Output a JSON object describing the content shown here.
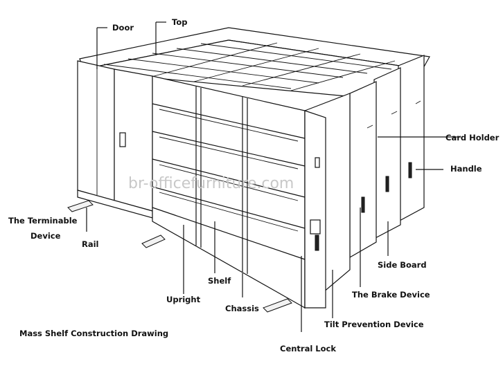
{
  "title": "Mass Shelf Construction Drawing",
  "watermark": "br-officefurniture.com",
  "labels": {
    "door": "Door",
    "top": "Top",
    "card_holder": "Card Holder",
    "handle": "Handle",
    "terminable_line1": "The Terminable",
    "terminable_line2": "Device",
    "rail": "Rail",
    "side_board": "Side Board",
    "brake_device": "The Brake Device",
    "upright": "Upright",
    "shelf": "Shelf",
    "tilt_prevention": "Tilt Prevention Device",
    "chassis": "Chassis",
    "central_lock": "Central Lock"
  }
}
